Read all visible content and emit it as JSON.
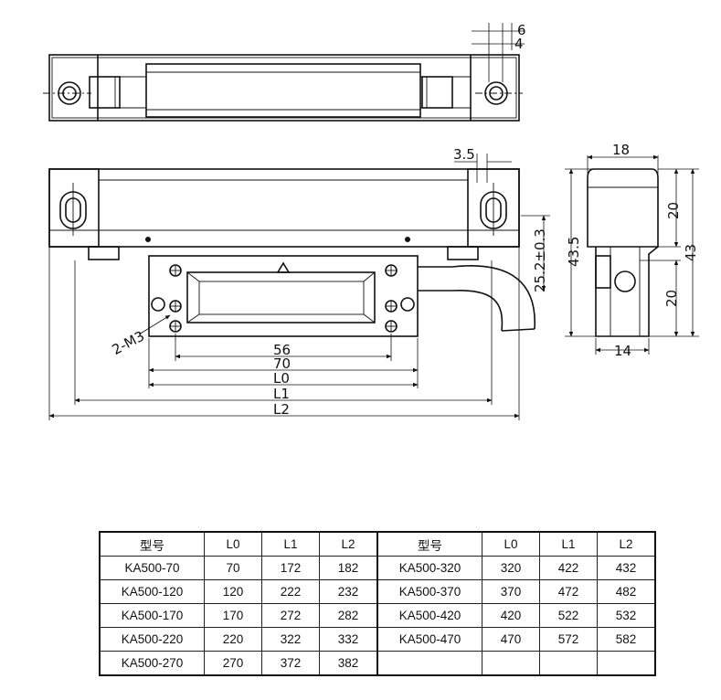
{
  "drawing": {
    "dims": {
      "d6": "6",
      "d4": "4",
      "d3_5": "3.5",
      "d18": "18",
      "d20a": "20",
      "d43_5": "43.5",
      "d43": "43",
      "d25_2": "25.2±0.3",
      "d20b": "20",
      "d14": "14",
      "d56": "56",
      "d70": "70",
      "L0": "L0",
      "L1": "L1",
      "L2": "L2",
      "screw": "2-M3"
    }
  },
  "table": {
    "headers": [
      "型号",
      "L0",
      "L1",
      "L2",
      "型号",
      "L0",
      "L1",
      "L2"
    ],
    "rows": [
      [
        "KA500-70",
        "70",
        "172",
        "182",
        "KA500-320",
        "320",
        "422",
        "432"
      ],
      [
        "KA500-120",
        "120",
        "222",
        "232",
        "KA500-370",
        "370",
        "472",
        "482"
      ],
      [
        "KA500-170",
        "170",
        "272",
        "282",
        "KA500-420",
        "420",
        "522",
        "532"
      ],
      [
        "KA500-220",
        "220",
        "322",
        "332",
        "KA500-470",
        "470",
        "572",
        "582"
      ],
      [
        "KA500-270",
        "270",
        "372",
        "382",
        "",
        "",
        "",
        ""
      ]
    ]
  }
}
